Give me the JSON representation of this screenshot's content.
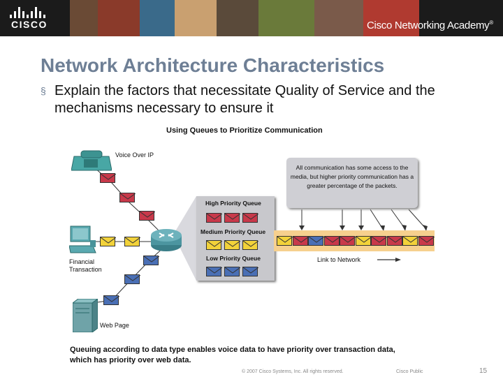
{
  "header": {
    "logo_text": "CISCO",
    "academy_text": "Cisco Networking Academy",
    "academy_trademark": "®"
  },
  "slide": {
    "title": "Network Architecture Characteristics",
    "bullet_marker": "§",
    "bullet_text": "Explain the factors that necessitate Quality of Service and the mechanisms necessary to ensure it"
  },
  "diagram": {
    "title": "Using Queues to Prioritize Communication",
    "label_voip": "Voice Over IP",
    "label_financial": "Financial\nTransaction",
    "label_web": "Web Page",
    "callout": "All communication has some access to the media, but higher priority communication has a greater percentage of the packets.",
    "high_queue": "High Priority Queue",
    "medium_queue": "Medium Priority Queue",
    "low_queue": "Low Priority Queue",
    "link_label": "Link to Network",
    "caption": "Queuing according to data type enables voice data to have priority over transaction data, which has priority over web data.",
    "colors": {
      "high": "#c8394a",
      "medium": "#f2d23a",
      "low": "#4a6fb5",
      "link": "#f6d08e"
    }
  },
  "footer": {
    "copyright": "© 2007 Cisco Systems, Inc. All rights reserved.",
    "classification": "Cisco Public",
    "page_number": "15"
  }
}
